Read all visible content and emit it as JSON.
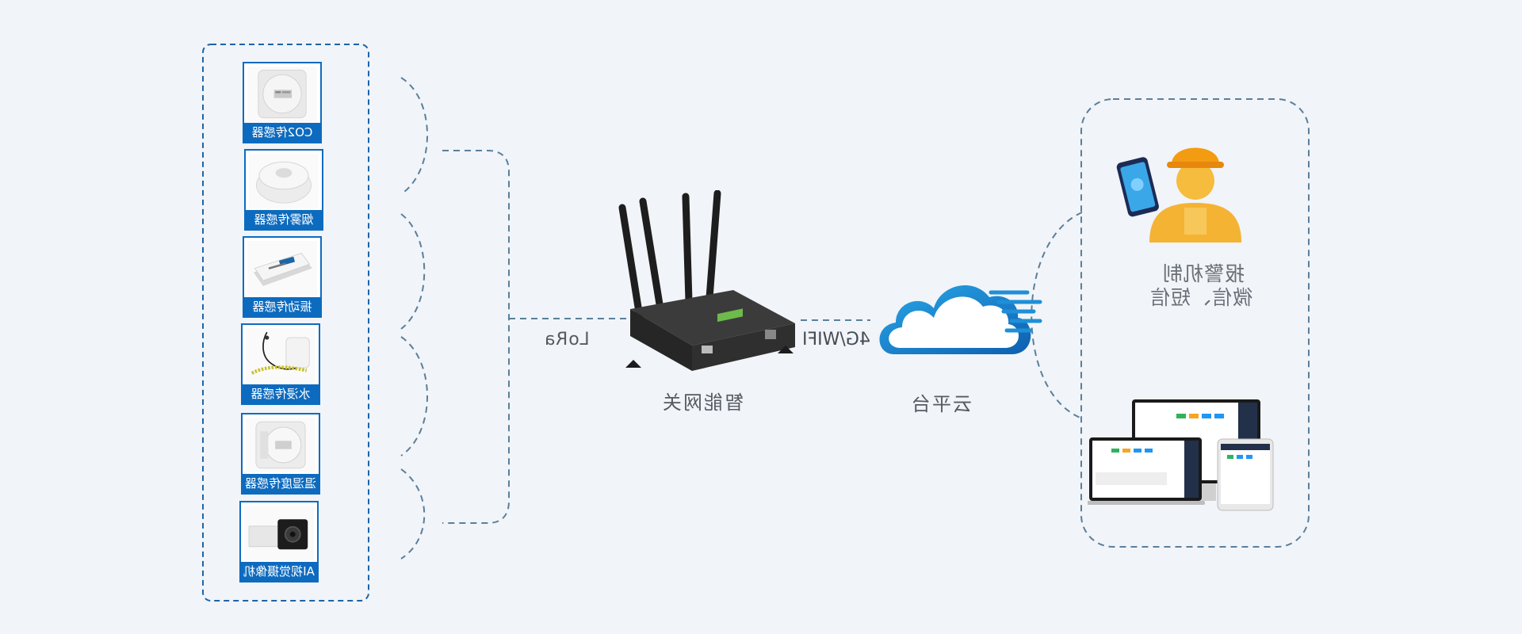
{
  "sensors": [
    {
      "label": "CO2传感器",
      "icon": "co2-sensor-icon"
    },
    {
      "label": "烟雾传感器",
      "icon": "smoke-sensor-icon"
    },
    {
      "label": "振动传感器",
      "icon": "vibration-sensor-icon"
    },
    {
      "label": "水浸传感器",
      "icon": "water-leak-sensor-icon"
    },
    {
      "label": "温湿度传感器",
      "icon": "temperature-humidity-sensor-icon"
    },
    {
      "label": "AI视觉摄像机",
      "icon": "ai-camera-icon"
    }
  ],
  "links": {
    "lora": "LoRa",
    "uplink": "4G/WIFI"
  },
  "gateway": {
    "label": "智能网关",
    "icon": "gateway-router-icon"
  },
  "cloud": {
    "label": "云平台",
    "icon": "cloud-icon"
  },
  "alarm": {
    "line1": "报警机制",
    "line2": "微信、短信",
    "icon": "worker-with-phone-icon"
  },
  "devices_icon": "monitor-laptop-tablet-icon",
  "colors": {
    "primary": "#0d6bbf",
    "dashed_line": "#5a7f9c",
    "background": "#f1f4f8"
  }
}
